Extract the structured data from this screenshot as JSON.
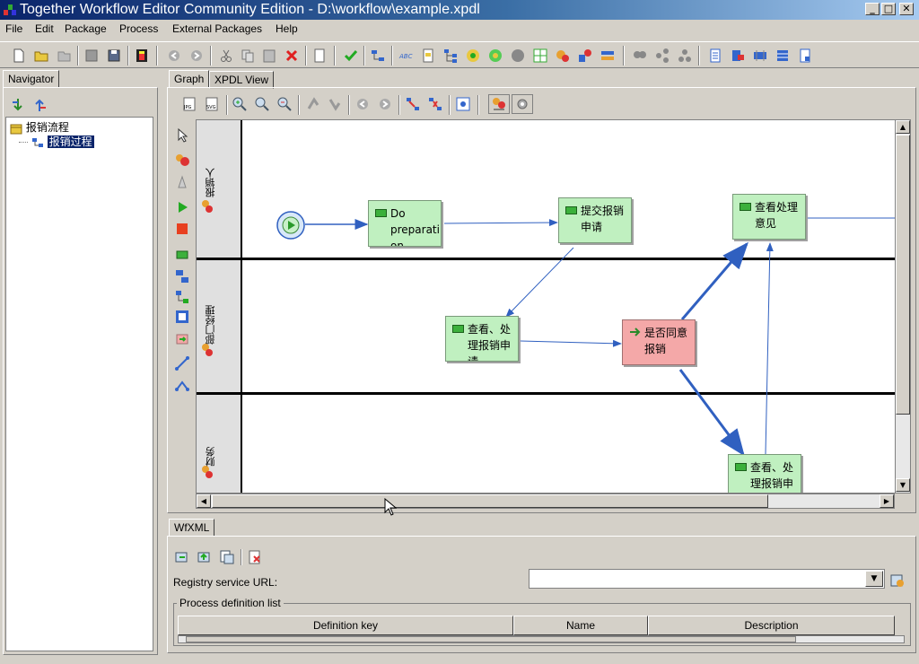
{
  "window": {
    "title": "Together Workflow Editor Community Edition - D:\\workflow\\example.xpdl",
    "minimize": "_",
    "maximize": "□",
    "close": "✕"
  },
  "menu": [
    "File",
    "Edit",
    "Package",
    "Process",
    "External Packages",
    "Help"
  ],
  "navigator": {
    "tab": "Navigator",
    "tree": [
      {
        "label": "报销流程",
        "icon": "package-icon"
      },
      {
        "label": "报销过程",
        "icon": "process-icon",
        "selected": true
      }
    ]
  },
  "graph": {
    "tabs": [
      "Graph",
      "XPDL View"
    ],
    "active_tab": "Graph",
    "lanes": [
      {
        "label": "报销人"
      },
      {
        "label": "部门经理"
      },
      {
        "label": "财务"
      }
    ],
    "activities": [
      {
        "id": "a1",
        "label": "Do preparati on"
      },
      {
        "id": "a2",
        "label": "提交报销申请"
      },
      {
        "id": "a3",
        "label": "查看处理意见"
      },
      {
        "id": "a4",
        "label": "查看、处理报销申请"
      },
      {
        "id": "a5",
        "label": "是否同意报销",
        "type": "route"
      },
      {
        "id": "a6",
        "label": "查看、处理报销申请"
      }
    ]
  },
  "wfxml": {
    "tab": "WfXML",
    "registry_label": "Registry service URL:",
    "registry_value": "",
    "group_label": "Process definition list",
    "columns": [
      "Definition key",
      "Name",
      "Description"
    ]
  },
  "colors": {
    "title_start": "#0a246a",
    "title_end": "#a6caf0",
    "activity": "#c0f0c0",
    "route": "#f4a8a8",
    "edge": "#3060c0"
  }
}
